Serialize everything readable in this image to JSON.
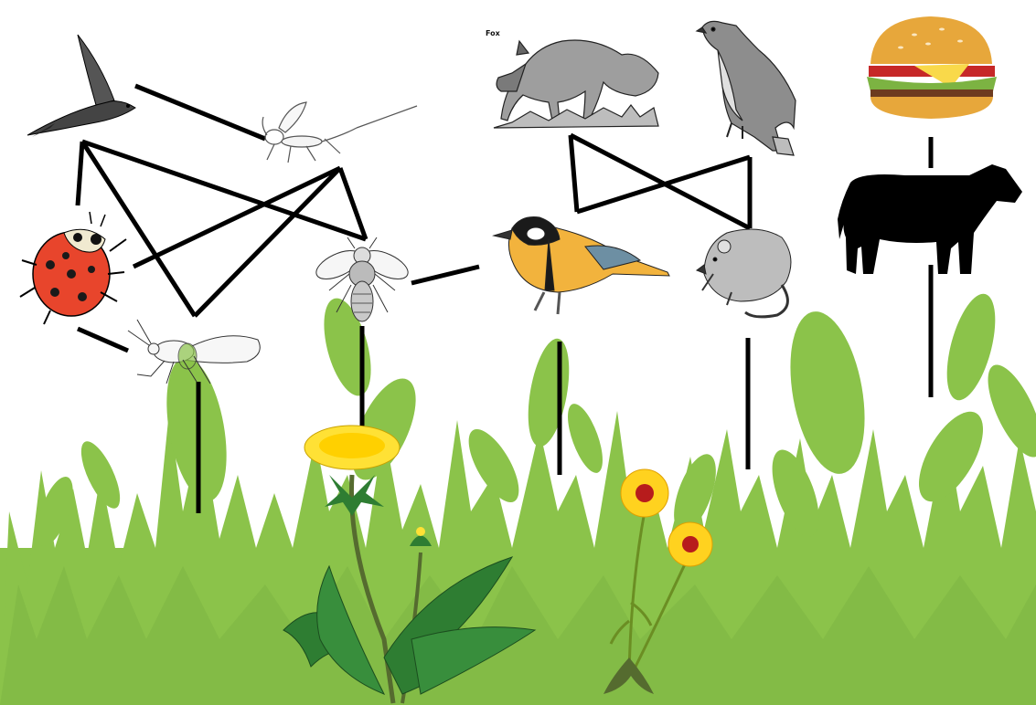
{
  "diagram": {
    "type": "food web",
    "fox_caption": "Fox",
    "organisms": [
      {
        "id": "swallow",
        "icon": "swallow-icon"
      },
      {
        "id": "wasp",
        "icon": "wasp-icon"
      },
      {
        "id": "ladybird",
        "icon": "ladybird-icon"
      },
      {
        "id": "bee",
        "icon": "bee-icon"
      },
      {
        "id": "aphid",
        "icon": "aphid-icon"
      },
      {
        "id": "fox",
        "icon": "fox-icon"
      },
      {
        "id": "hawk",
        "icon": "hawk-icon"
      },
      {
        "id": "great-tit",
        "icon": "great-tit-icon"
      },
      {
        "id": "mouse",
        "icon": "mouse-icon"
      },
      {
        "id": "burger",
        "icon": "burger-icon"
      },
      {
        "id": "cow",
        "icon": "cow-icon"
      },
      {
        "id": "dandelion",
        "icon": "dandelion-icon"
      },
      {
        "id": "blanket-flower",
        "icon": "blanket-flower-icon"
      },
      {
        "id": "grass",
        "icon": "grass-icon"
      }
    ],
    "colors": {
      "grass": "#8bc34a",
      "grass_dark": "#7cb342",
      "link": "#000000",
      "ladybird": "#e8452c",
      "dandelion": "#ffe135",
      "bird_belly": "#f2b33d",
      "flower": "#ffd21f"
    }
  }
}
